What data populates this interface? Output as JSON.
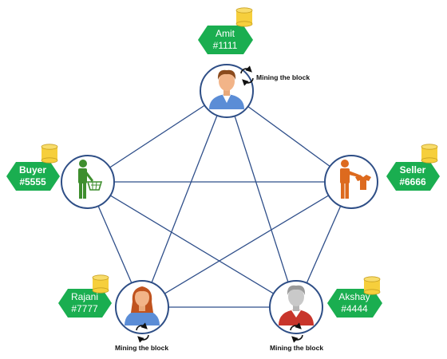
{
  "colors": {
    "edge": "#2F4F8A",
    "node_border": "#2E4E86",
    "tag_fill": "#1AAE50",
    "db_fill": "#F6CF3C",
    "db_stroke": "#C8A021"
  },
  "nodes": {
    "amit": {
      "name": "Amit",
      "id": "#1111",
      "icon": "man-avatar-icon",
      "mining_label": "Mining the block"
    },
    "buyer": {
      "name": "Buyer",
      "id": "#5555",
      "icon": "buyer-cart-icon"
    },
    "seller": {
      "name": "Seller",
      "id": "#6666",
      "icon": "seller-shirt-icon"
    },
    "rajani": {
      "name": "Rajani",
      "id": "#7777",
      "icon": "woman-avatar-icon",
      "mining_label": "Mining the block"
    },
    "akshay": {
      "name": "Akshay",
      "id": "#4444",
      "icon": "grey-man-avatar-icon",
      "mining_label": "Mining the block"
    }
  }
}
